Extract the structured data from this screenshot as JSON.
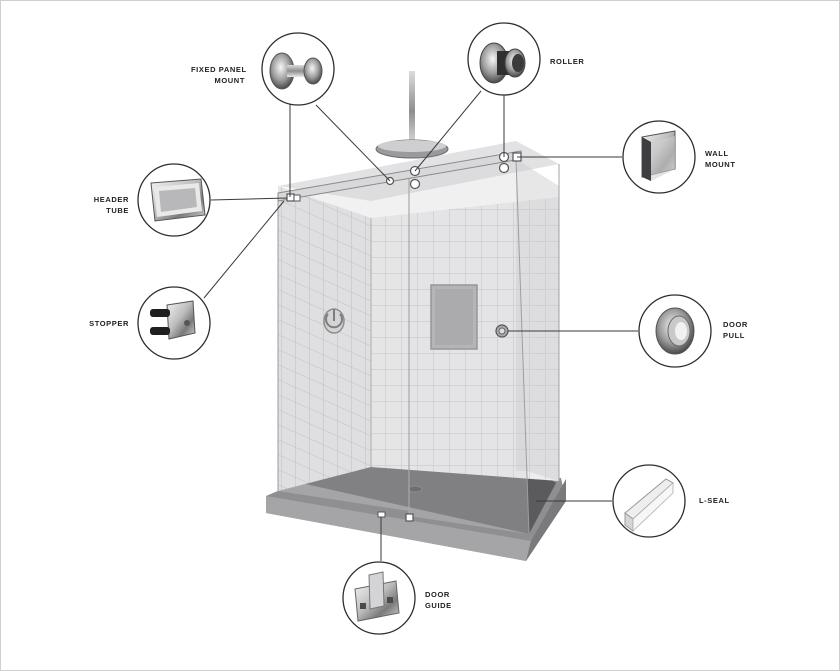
{
  "diagram": {
    "callouts": [
      {
        "id": "fixed-panel-mount",
        "lines": [
          "FIXED PANEL",
          "MOUNT"
        ]
      },
      {
        "id": "roller",
        "lines": [
          "ROLLER"
        ]
      },
      {
        "id": "wall-mount",
        "lines": [
          "WALL",
          "MOUNT"
        ]
      },
      {
        "id": "header-tube",
        "lines": [
          "HEADER",
          "TUBE"
        ]
      },
      {
        "id": "stopper",
        "lines": [
          "STOPPER"
        ]
      },
      {
        "id": "door-pull",
        "lines": [
          "DOOR",
          "PULL"
        ]
      },
      {
        "id": "l-seal",
        "lines": [
          "L-SEAL"
        ]
      },
      {
        "id": "door-guide",
        "lines": [
          "DOOR",
          "GUIDE"
        ]
      }
    ],
    "colors": {
      "tile": "#ececee",
      "tile_grout": "#b9b9bd",
      "glass": "#d9d9dc",
      "pan": "#5a5a5c",
      "base": "#8f8f92",
      "metal_dark": "#3e3e40",
      "metal_light": "#e6e6e6",
      "leader": "#3a3a3a"
    }
  }
}
